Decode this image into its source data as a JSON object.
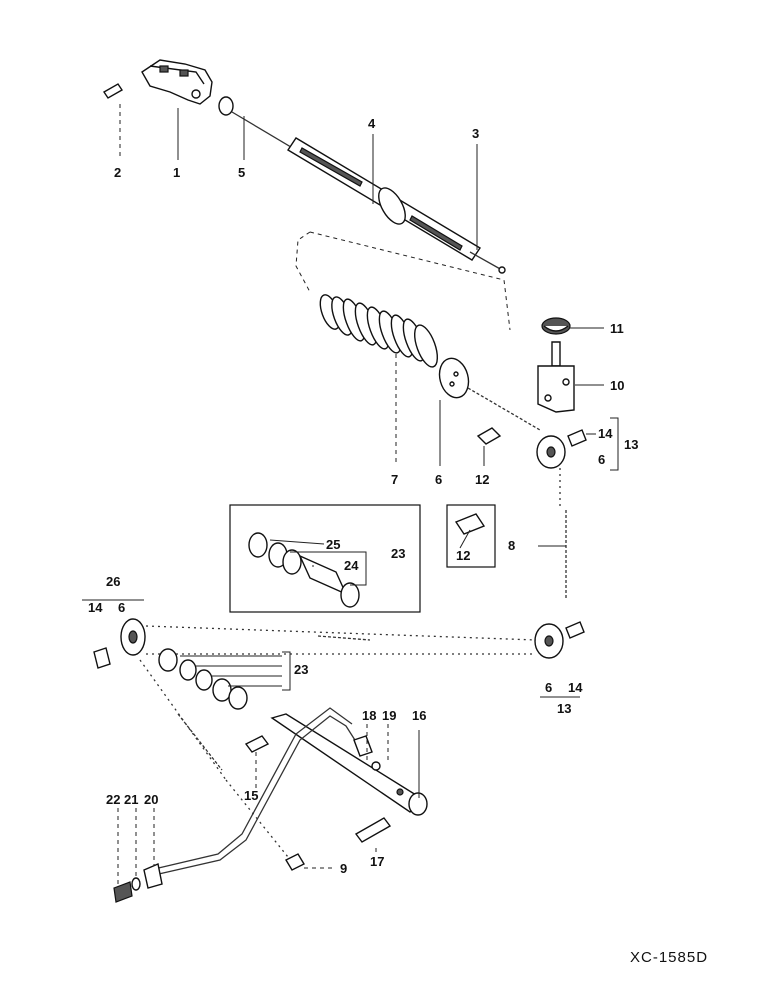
{
  "diagram": {
    "drawing_code": "XC-1585D",
    "callouts": {
      "c1": "1",
      "c2": "2",
      "c3": "3",
      "c4": "4",
      "c5": "5",
      "c6": "6",
      "c7": "7",
      "c8": "8",
      "c9": "9",
      "c10": "10",
      "c11": "11",
      "c12": "12",
      "c12b": "12",
      "c13a": "13",
      "c13b": "13",
      "c14a": "14",
      "c14b": "14",
      "c14c": "14",
      "c6a": "6",
      "c6b": "6",
      "c6c": "6",
      "c15": "15",
      "c16": "16",
      "c17": "17",
      "c18": "18",
      "c19": "19",
      "c20": "20",
      "c21": "21",
      "c22": "22",
      "c23a": "23",
      "c23b": "23",
      "c24": "24",
      "c25": "25",
      "c26": "26"
    }
  }
}
